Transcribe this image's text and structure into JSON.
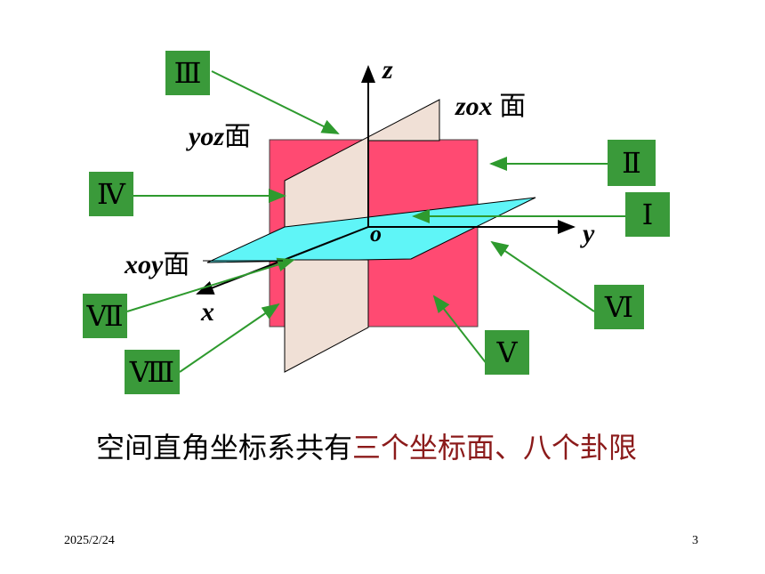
{
  "octants": {
    "I": "Ⅰ",
    "II": "Ⅱ",
    "III": "Ⅲ",
    "IV": "Ⅳ",
    "V": "Ⅴ",
    "VI": "Ⅵ",
    "VII": "Ⅶ",
    "VIII": "Ⅷ"
  },
  "axes": {
    "x": "x",
    "y": "y",
    "z": "z",
    "origin": "o"
  },
  "planes": {
    "yoz": {
      "name": "yoz",
      "suffix": "面"
    },
    "zox": {
      "name": "zox",
      "suffix": " 面"
    },
    "xoy": {
      "name": "xoy",
      "suffix": "面"
    }
  },
  "caption": {
    "prefix": "空间直角坐标系共有",
    "highlight": "三个坐标面、八个卦限"
  },
  "footer": {
    "date": "2025/2/24",
    "page": "3"
  },
  "colors": {
    "yoz_plane": "#ff4a72",
    "zox_plane": "#f0e0d6",
    "xoy_plane": "#5ff5f7",
    "label_box": "#3a9a3a",
    "arrow": "#2e9a2e",
    "highlight_text": "#8b1a1a"
  }
}
